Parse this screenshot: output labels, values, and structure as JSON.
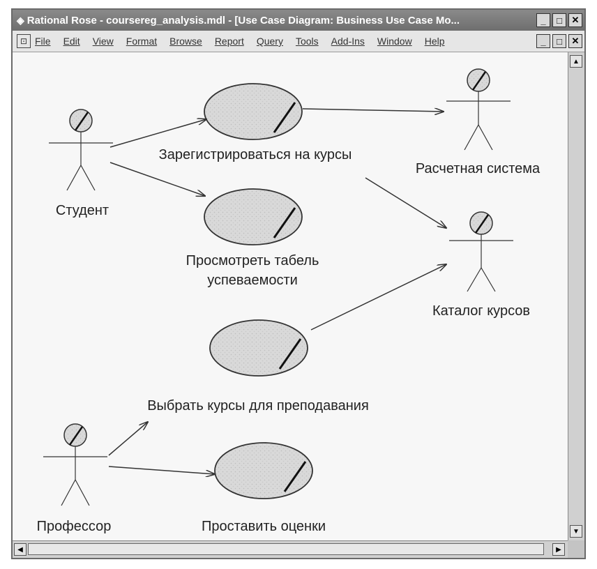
{
  "window": {
    "title": "Rational Rose - coursereg_analysis.mdl - [Use Case Diagram: Business Use Case Mo...",
    "minimize_glyph": "_",
    "maximize_glyph": "□",
    "close_glyph": "✕"
  },
  "menubar": {
    "items": [
      "File",
      "Edit",
      "View",
      "Format",
      "Browse",
      "Report",
      "Query",
      "Tools",
      "Add-Ins",
      "Window",
      "Help"
    ]
  },
  "diagram": {
    "actors": {
      "student": "Студент",
      "billing": "Расчетная система",
      "catalog": "Каталог курсов",
      "professor": "Профессор"
    },
    "use_cases": {
      "register": "Зарегистрироваться на курсы",
      "view_grades_line1": "Просмотреть табель",
      "view_grades_line2": "успеваемости",
      "select_courses": "Выбрать курсы для преподавания",
      "submit_grades": "Проставить оценки"
    }
  },
  "colors": {
    "titlebar": "#7a7a7a",
    "canvas": "#f7f7f7",
    "ellipse_fill": "#dcdcdc",
    "line": "#333333"
  },
  "icons": [
    "app-icon",
    "document-icon",
    "arrow-up-icon",
    "arrow-down-icon",
    "arrow-left-icon",
    "arrow-right-icon"
  ]
}
